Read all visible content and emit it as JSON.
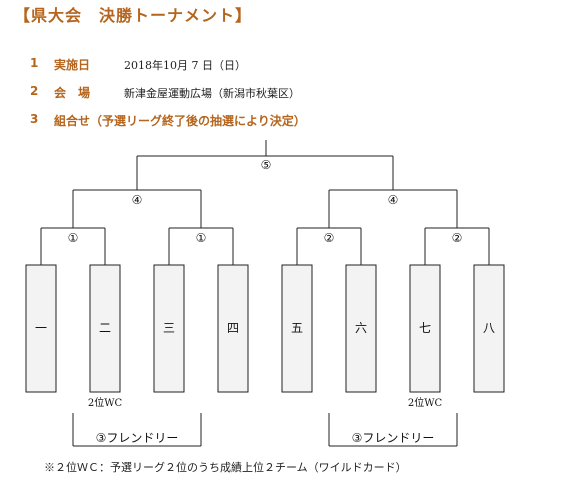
{
  "title": "【県大会　決勝トーナメント】",
  "info": [
    {
      "num": "1",
      "label": "実施日",
      "value": "2018年10月 7 日（日）"
    },
    {
      "num": "2",
      "label": "会　場",
      "value": "新津金屋運動広場（新潟市秋葉区）"
    },
    {
      "num": "3",
      "label": "組合せ（予選リーグ終了後の抽選により決定）",
      "value": ""
    }
  ],
  "bracket": {
    "final": "⑤",
    "semi_left": "④",
    "semi_right": "④",
    "r1": [
      "①",
      "①",
      "②",
      "②"
    ],
    "teams": [
      "一",
      "二",
      "三",
      "四",
      "五",
      "六",
      "七",
      "八"
    ],
    "wildcard_left": "2位WC",
    "wildcard_right": "2位WC",
    "friendly_left": "③フレンドリー",
    "friendly_right": "③フレンドリー"
  },
  "note": "※２位ＷＣ：予選リーグ２位のうち成績上位２チーム（ワイルドカード）"
}
